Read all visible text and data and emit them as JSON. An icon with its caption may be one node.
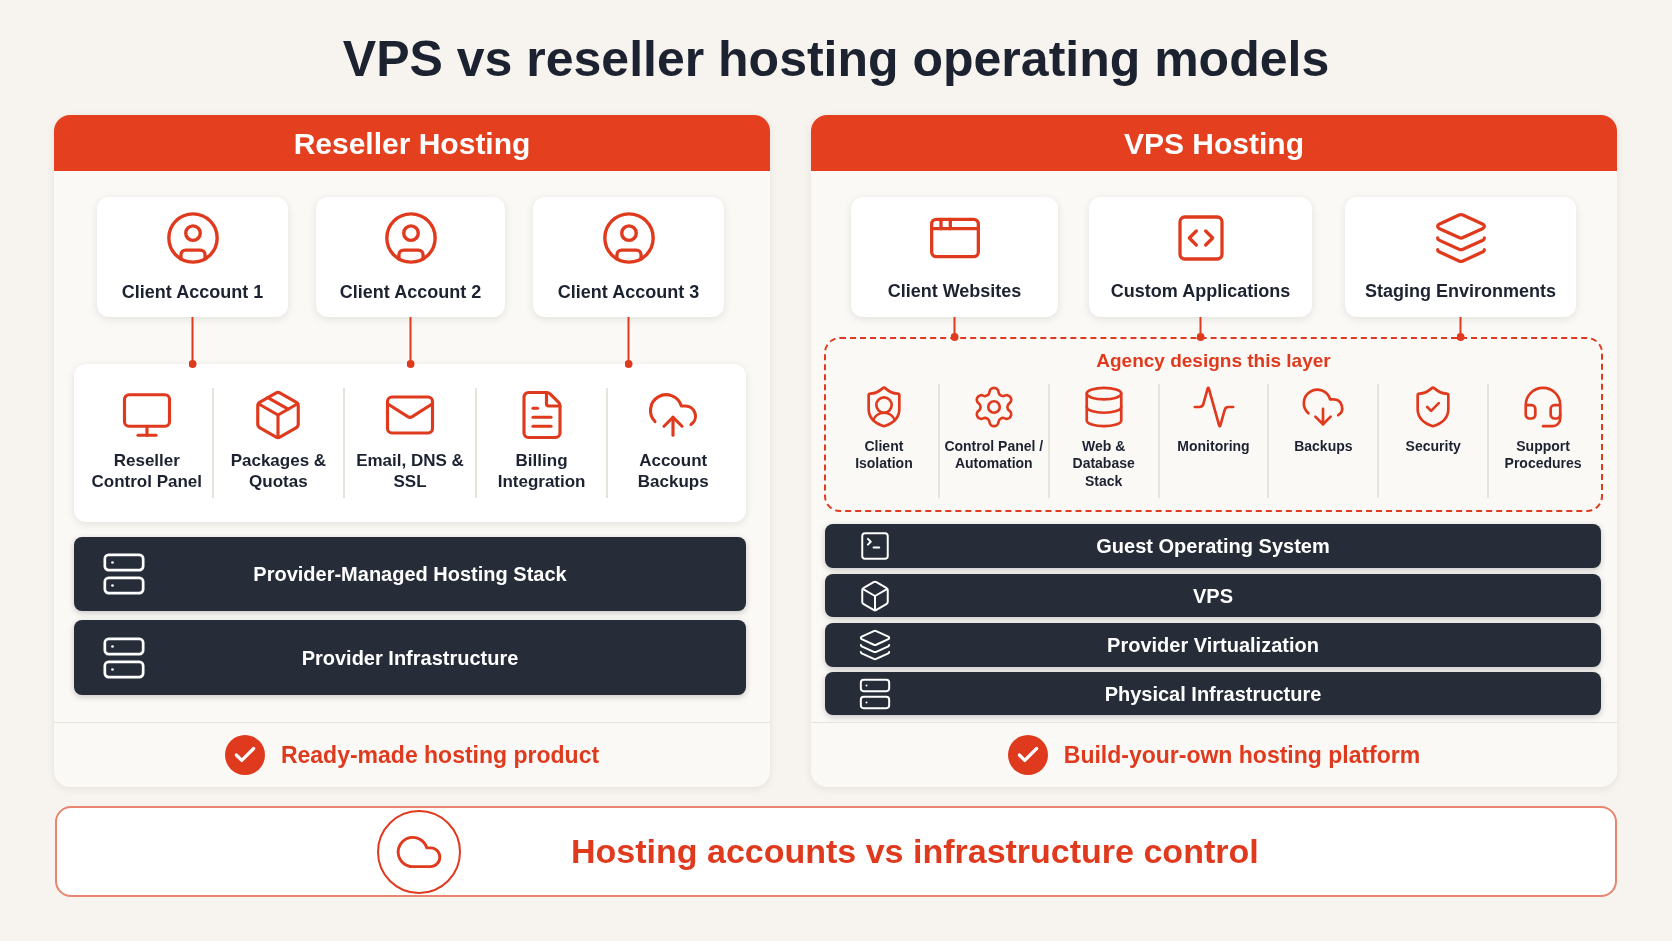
{
  "diagram": {
    "title": "VPS vs reseller hosting operating models",
    "nodes": [
      {
        "text": [
          "Reseller Hosting"
        ]
      },
      {
        "text": [
          "Client Account 1"
        ],
        "in": 0
      },
      {
        "text": [
          "Client Account 2"
        ],
        "in": 0
      },
      {
        "text": [
          "Client Account 3"
        ],
        "in": 0
      },
      {
        "text": [],
        "shape": "box",
        "in": 0
      },
      {
        "text": [
          "Reseller Control Panel"
        ],
        "in": 4
      },
      {
        "text": [
          "Packages & Quotas"
        ],
        "in": 4
      },
      {
        "text": [
          "Email, DNS & SSL"
        ],
        "in": 4
      },
      {
        "text": [
          "Billing Integration"
        ],
        "in": 4
      },
      {
        "text": [
          "Account Backups"
        ],
        "in": 4
      },
      {
        "text": [
          "Provider-Managed Hosting Stack"
        ],
        "in": 0
      },
      {
        "text": [
          "Provider Infrastructure"
        ],
        "in": 0
      },
      {
        "text": [
          "Ready-made hosting product"
        ],
        "in": 0
      },
      {
        "text": [
          "VPS Hosting"
        ]
      },
      {
        "text": [
          "Client Websites"
        ],
        "in": 13
      },
      {
        "text": [
          "Custom Applications"
        ],
        "in": 13
      },
      {
        "text": [
          "Staging Environments"
        ],
        "in": 13
      },
      {
        "text": [
          "Agency designs this layer"
        ],
        "in": 13
      },
      {
        "text": [
          "Client Isolation"
        ],
        "in": 17
      },
      {
        "text": [
          "Control Panel / Automation"
        ],
        "in": 17
      },
      {
        "text": [
          "Web & Database Stack"
        ],
        "in": 17
      },
      {
        "text": [
          "Monitoring"
        ],
        "in": 17
      },
      {
        "text": [
          "Backups"
        ],
        "in": 17
      },
      {
        "text": [
          "Security"
        ],
        "in": 17
      },
      {
        "text": [
          "Support Procedures"
        ],
        "in": 17
      },
      {
        "text": [
          "Guest Operating System"
        ],
        "in": 13
      },
      {
        "text": [
          "VPS"
        ],
        "in": 13
      },
      {
        "text": [
          "Provider Virtualization"
        ],
        "in": 13
      },
      {
        "text": [
          "Physical Infrastructure"
        ],
        "in": 13
      },
      {
        "text": [
          "Build-your-own hosting platform"
        ],
        "in": 13
      },
      {
        "text": [
          "Hosting accounts vs infrastructure control"
        ]
      }
    ],
    "edges": [
      {
        "from": 1,
        "to": 4,
        "arrow": "other"
      },
      {
        "from": 2,
        "to": 4,
        "arrow": "other"
      },
      {
        "from": 3,
        "to": 4,
        "arrow": "other"
      },
      {
        "from": 14,
        "to": 17,
        "arrow": "other"
      },
      {
        "from": 15,
        "to": 17,
        "arrow": "other"
      },
      {
        "from": 16,
        "to": 17,
        "arrow": "other"
      }
    ]
  }
}
